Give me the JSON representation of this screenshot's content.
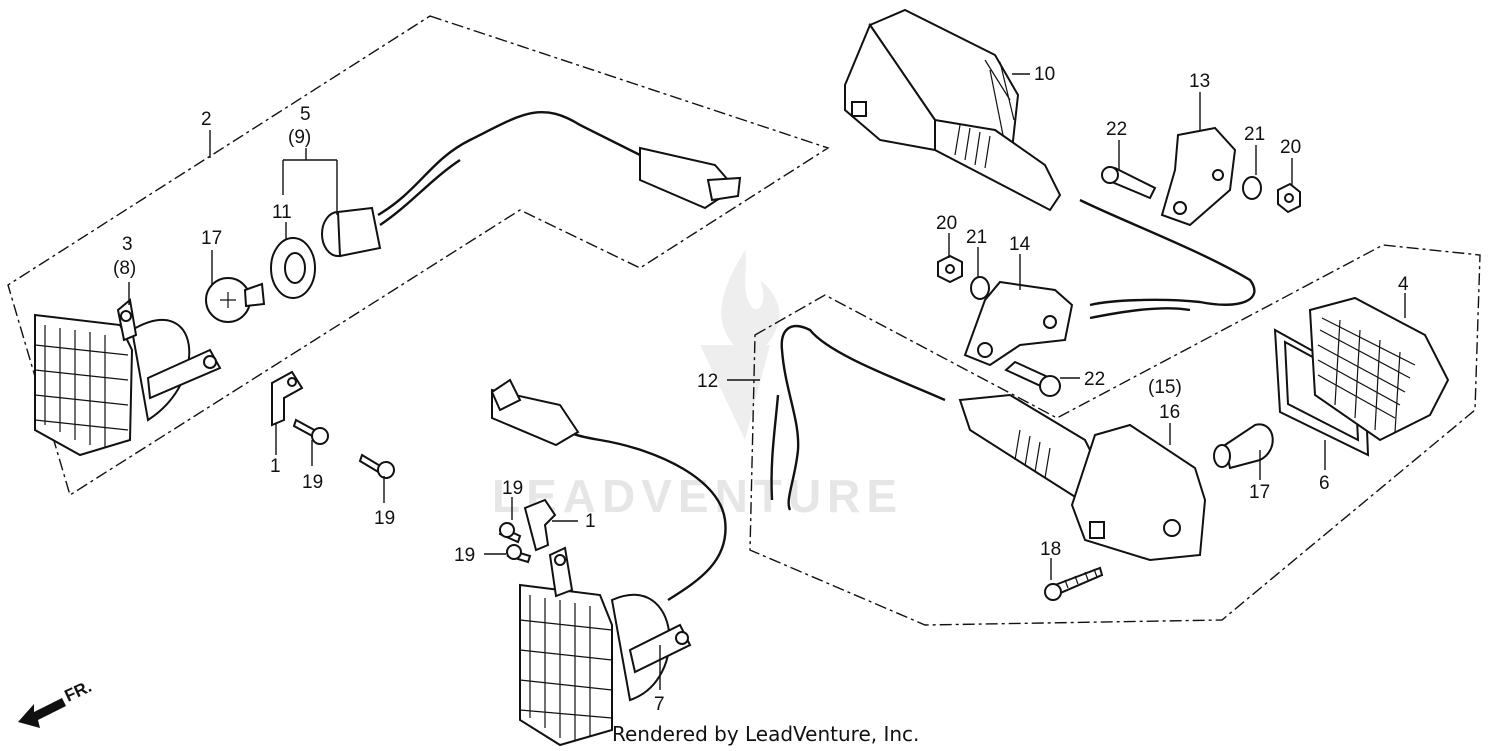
{
  "watermark": {
    "text": "LEADVENTURE"
  },
  "footer": {
    "credit": "Rendered by LeadVenture, Inc."
  },
  "direction": {
    "label": "FR."
  },
  "callouts": {
    "c1a": "1",
    "c1b": "1",
    "c2": "2",
    "c3": "3",
    "c3alt": "(8)",
    "c4": "4",
    "c5": "5",
    "c5alt": "(9)",
    "c6": "6",
    "c7": "7",
    "c10": "10",
    "c11": "11",
    "c12": "12",
    "c13": "13",
    "c14": "14",
    "c15alt": "(15)",
    "c16": "16",
    "c17a": "17",
    "c17b": "17",
    "c18": "18",
    "c19a": "19",
    "c19b": "19",
    "c19c": "19",
    "c19d": "19",
    "c20a": "20",
    "c20b": "20",
    "c21a": "21",
    "c21b": "21",
    "c22a": "22",
    "c22b": "22"
  }
}
